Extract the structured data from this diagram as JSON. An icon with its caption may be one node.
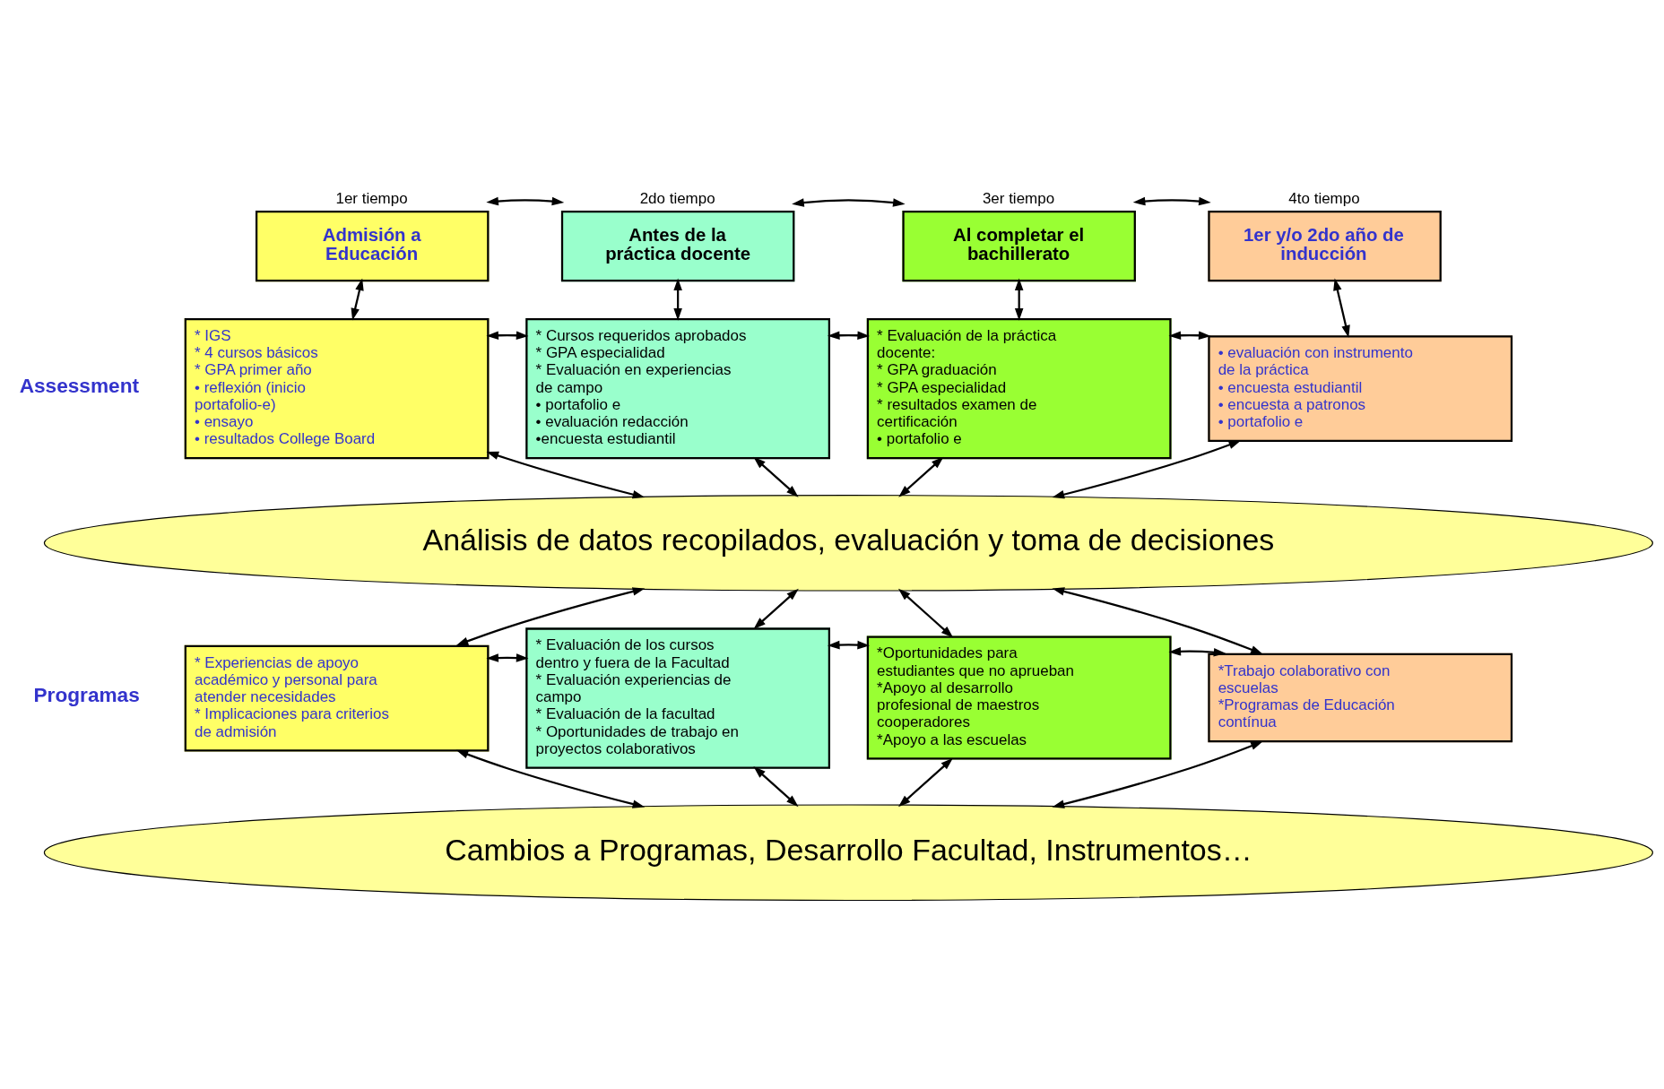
{
  "diagram": {
    "nodes": [
      {
        "text": [
          "Admisión a Educación"
        ],
        "beside": [
          "1er tiempo"
        ]
      },
      {
        "text": [
          "Antes de la práctica docente"
        ],
        "beside": [
          "2do tiempo"
        ]
      },
      {
        "text": [
          "Al completar el bachillerato"
        ],
        "beside": [
          "3er tiempo"
        ]
      },
      {
        "text": [
          "1er y/o 2do año de inducción"
        ],
        "beside": [
          "4to tiempo"
        ]
      },
      {
        "text": [
          "* IGS",
          "* 4 cursos básicos",
          "* GPA primer año",
          "• reflexión (inicio portafolio-e)",
          "• ensayo",
          "• resultados College Board"
        ]
      },
      {
        "text": [
          "* Cursos requeridos aprobados",
          "* GPA especialidad",
          "* Evaluación en experiencias de campo",
          "• portafolio e",
          "• evaluación redacción",
          "•encuesta estudiantil"
        ]
      },
      {
        "text": [
          "* Evaluación de la práctica docente:",
          "* GPA graduación",
          "* GPA especialidad",
          "* resultados examen de certificación",
          "• portafolio e"
        ]
      },
      {
        "text": [
          "• evaluación con instrumento de la práctica",
          "• encuesta estudiantil",
          "• encuesta a patronos",
          "• portafolio e"
        ]
      },
      {
        "text": [
          "Análisis de datos recopilados, evaluación y toma de decisiones"
        ]
      },
      {
        "text": [
          "* Experiencias de apoyo académico y personal para atender necesidades",
          "* Implicaciones para criterios de admisión"
        ]
      },
      {
        "text": [
          "* Evaluación de los cursos dentro y fuera de la Facultad",
          "* Evaluación experiencias de campo",
          "* Evaluación de la facultad",
          "* Oportunidades de trabajo en proyectos colaborativos"
        ]
      },
      {
        "text": [
          "*Oportunidades para estudiantes que no aprueban",
          "*Apoyo al desarrollo profesional de maestros cooperadores",
          "*Apoyo a las escuelas"
        ]
      },
      {
        "text": [
          "*Trabajo colaborativo con escuelas",
          "*Programas de Educación contínua"
        ]
      },
      {
        "text": [
          "Cambios a Programas, Desarrollo Facultad, Instrumentos…"
        ]
      }
    ],
    "edges": [
      {
        "from": 0,
        "to": 1,
        "arrow": "both"
      },
      {
        "from": 1,
        "to": 2,
        "arrow": "both"
      },
      {
        "from": 2,
        "to": 3,
        "arrow": "both"
      },
      {
        "from": 0,
        "to": 4,
        "arrow": "both"
      },
      {
        "from": 1,
        "to": 5,
        "arrow": "both"
      },
      {
        "from": 2,
        "to": 6,
        "arrow": "both"
      },
      {
        "from": 3,
        "to": 7,
        "arrow": "both"
      },
      {
        "from": 4,
        "to": 5,
        "arrow": "both"
      },
      {
        "from": 5,
        "to": 6,
        "arrow": "both"
      },
      {
        "from": 6,
        "to": 7,
        "arrow": "both"
      },
      {
        "from": 4,
        "to": 8,
        "arrow": "both"
      },
      {
        "from": 5,
        "to": 8,
        "arrow": "both"
      },
      {
        "from": 6,
        "to": 8,
        "arrow": "both"
      },
      {
        "from": 7,
        "to": 8,
        "arrow": "both"
      },
      {
        "from": 8,
        "to": 9,
        "arrow": "both"
      },
      {
        "from": 8,
        "to": 10,
        "arrow": "both"
      },
      {
        "from": 8,
        "to": 11,
        "arrow": "both"
      },
      {
        "from": 8,
        "to": 12,
        "arrow": "both"
      },
      {
        "from": 9,
        "to": 10,
        "arrow": "both"
      },
      {
        "from": 10,
        "to": 11,
        "arrow": "both"
      },
      {
        "from": 11,
        "to": 12,
        "arrow": "both"
      },
      {
        "from": 9,
        "to": 13,
        "arrow": "both"
      },
      {
        "from": 10,
        "to": 13,
        "arrow": "both"
      },
      {
        "from": 11,
        "to": 13,
        "arrow": "both"
      },
      {
        "from": 12,
        "to": 13,
        "arrow": "both"
      }
    ],
    "labels": [
      "Assessment",
      "Programas"
    ]
  }
}
